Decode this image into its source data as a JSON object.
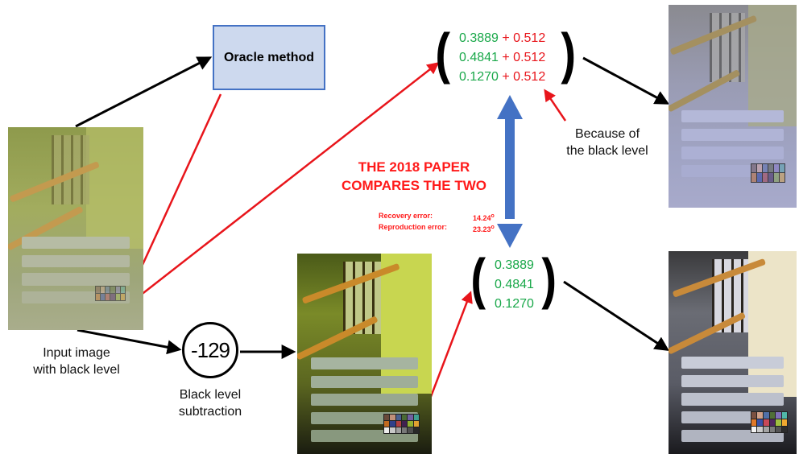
{
  "diagram": {
    "oracle_label": "Oracle method",
    "subtract_value": "-129",
    "input_caption": [
      "Input image",
      "with black level"
    ],
    "subtraction_caption": [
      "Black level",
      "subtraction"
    ],
    "black_level_note": [
      "Because of",
      "the black level"
    ],
    "headline": [
      "THE 2018 PAPER",
      "COMPARES THE TWO"
    ],
    "errors": {
      "recovery_label": "Recovery error:",
      "recovery_value": "14.24",
      "reproduction_label": "Reproduction error:",
      "reproduction_value": "23.23",
      "degree_symbol": "o"
    },
    "vector_with_offset": {
      "values": [
        "0.3889",
        "0.4841",
        "0.1270"
      ],
      "plus": "+ 0.512"
    },
    "vector_clean": {
      "values": [
        "0.3889",
        "0.4841",
        "0.1270"
      ]
    }
  },
  "colors": {
    "arrow_black": "#000000",
    "arrow_red": "#e8151b",
    "double_arrow_blue": "#4472c4",
    "value_green": "#1aa84a",
    "value_red": "#e8151b",
    "oracle_fill": "#cdd9ee",
    "oracle_border": "#4472c4"
  },
  "images": [
    {
      "name": "input-image",
      "icon": "staircase-photo-greenish-hazy"
    },
    {
      "name": "subtracted-image",
      "icon": "staircase-photo-green-dark"
    },
    {
      "name": "oracle-result-image",
      "icon": "staircase-photo-purple-tint"
    },
    {
      "name": "corrected-result-image",
      "icon": "staircase-photo-neutral"
    }
  ]
}
